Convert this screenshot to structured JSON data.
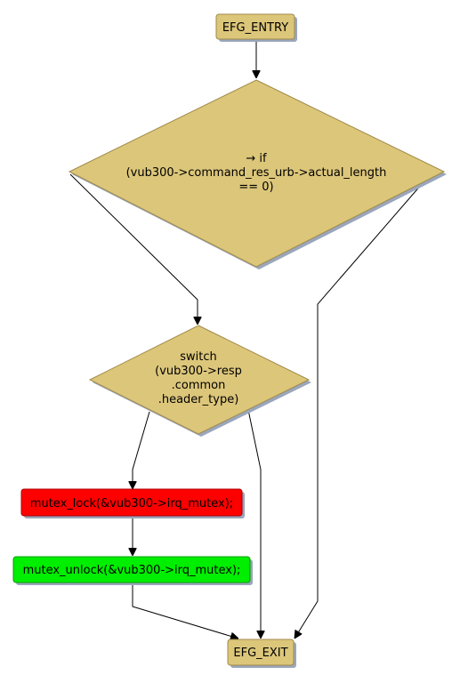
{
  "colors": {
    "node_fill": "#dcc67a",
    "node_border": "#a08a4a",
    "shadow": "#9aa6bb",
    "lock_fill": "#ff0000",
    "unlock_fill": "#00ee00"
  },
  "nodes": {
    "entry": {
      "label": "EFG_ENTRY"
    },
    "if_node": {
      "line1": "→ if",
      "line2": "(vub300->command_res_urb->actual_length",
      "line3": "== 0)"
    },
    "switch_node": {
      "line1": "switch",
      "line2": "(vub300->resp",
      "line3": ".common",
      "line4": ".header_type)"
    },
    "lock": {
      "label": "mutex_lock(&vub300->irq_mutex);"
    },
    "unlock": {
      "label": "mutex_unlock(&vub300->irq_mutex);"
    },
    "exit": {
      "label": "EFG_EXIT"
    }
  }
}
